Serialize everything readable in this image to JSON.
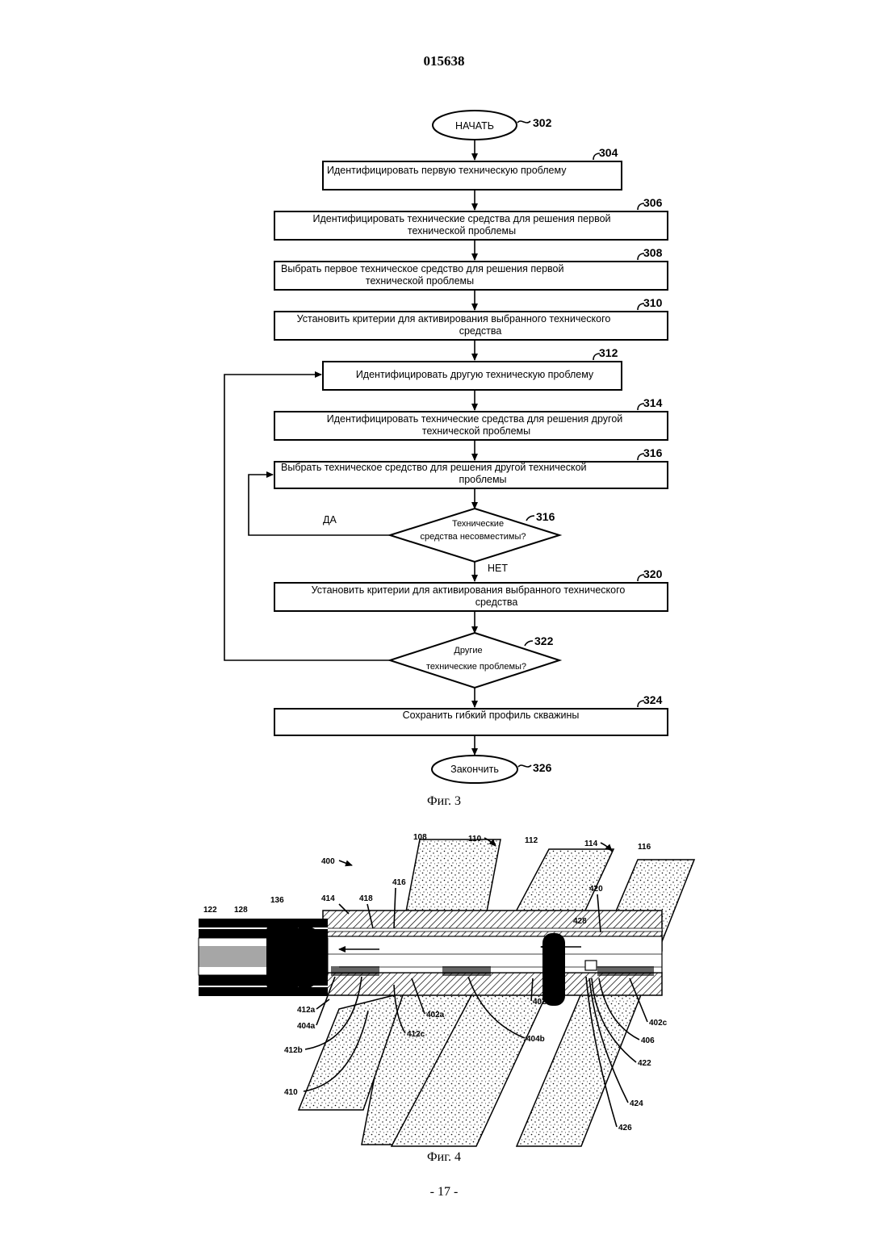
{
  "header": {
    "doc_number": "015638"
  },
  "figure3": {
    "start": {
      "label": "НАЧАТЬ",
      "ref": "302"
    },
    "steps": [
      {
        "ref": "304",
        "line1": "Идентифицировать первую техническую проблему",
        "line2": ""
      },
      {
        "ref": "306",
        "line1": "Идентифицировать технические средства для решения первой",
        "line2": "технической проблемы"
      },
      {
        "ref": "308",
        "line1": "Выбрать первое техническое средство для решения первой",
        "line2": "технической проблемы"
      },
      {
        "ref": "310",
        "line1": "Установить критерии для активирования выбранного технического",
        "line2": "средства"
      },
      {
        "ref": "312",
        "line1": "Идентифицировать  другую техническую проблему",
        "line2": ""
      },
      {
        "ref": "314",
        "line1": "Идентифицировать технические средства для решения    другой",
        "line2": "технической проблемы"
      },
      {
        "ref": "316",
        "line1": "Выбрать техническое средство для решения другой технической",
        "line2": "проблемы"
      },
      {
        "ref": "320",
        "line1": "Установить критерии для активирования выбранного технического",
        "line2": "средства"
      },
      {
        "ref": "324",
        "line1": "Сохранить гибкий профиль скважины",
        "line2": ""
      }
    ],
    "decision1": {
      "ref": "316",
      "line1": "Технические",
      "line2": "средства несовместимы?",
      "yes": "ДА",
      "no": "НЕТ"
    },
    "decision2": {
      "ref": "322",
      "line1": "Другие",
      "line2": "технические проблемы?"
    },
    "end": {
      "label": "Закончить",
      "ref": "326"
    },
    "caption": "Фиг. 3"
  },
  "figure4": {
    "labels": {
      "l400": "400",
      "l108": "108",
      "l110": "110",
      "l112": "112",
      "l114": "114",
      "l116": "116",
      "l122": "122",
      "l128": "128",
      "l136": "136",
      "l414": "414",
      "l416": "416",
      "l418": "418",
      "l420": "420",
      "l428": "428",
      "l412a": "412a",
      "l404a": "404a",
      "l412b": "412b",
      "l402a": "402a",
      "l412c": "412c",
      "l402b": "402b",
      "l404b": "404b",
      "l402c": "402c",
      "l406": "406",
      "l422": "422",
      "l424": "424",
      "l426": "426",
      "l410": "410"
    },
    "caption": "Фиг. 4"
  },
  "footer": {
    "page_number": "- 17 -"
  }
}
